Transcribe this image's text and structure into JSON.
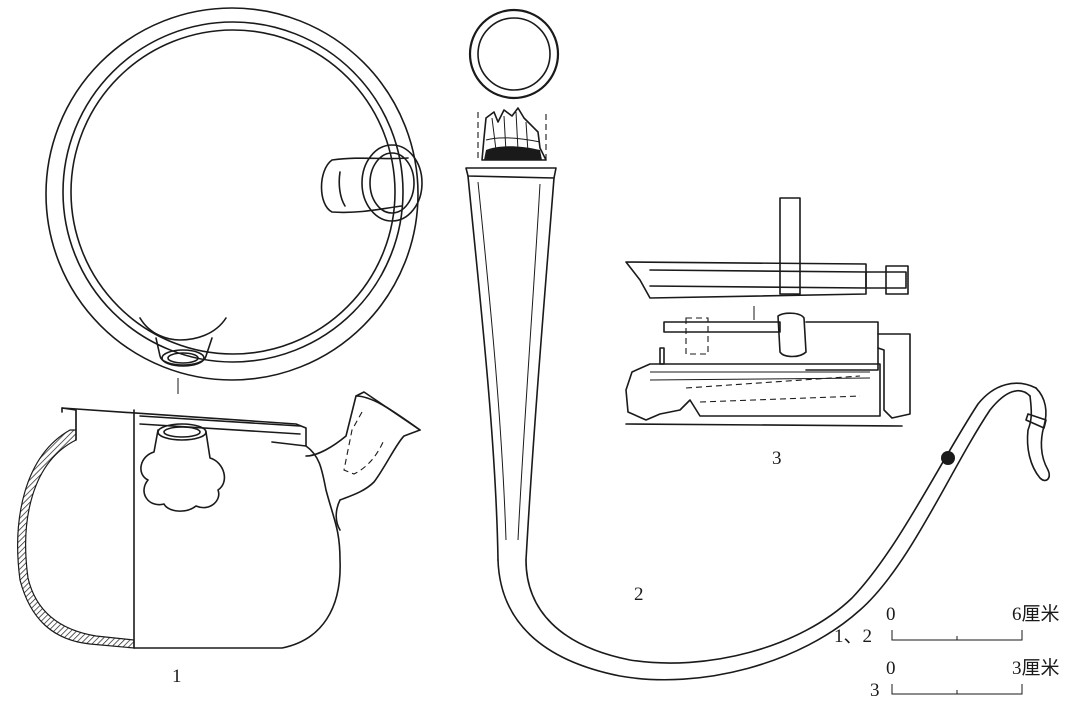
{
  "figure_labels": {
    "fig1": "1",
    "fig2": "2",
    "fig3": "3"
  },
  "scale_bars": [
    {
      "group": "1、2",
      "zero": "0",
      "end": "6厘米"
    },
    {
      "group": "3",
      "zero": "0",
      "end": "3厘米"
    }
  ]
}
